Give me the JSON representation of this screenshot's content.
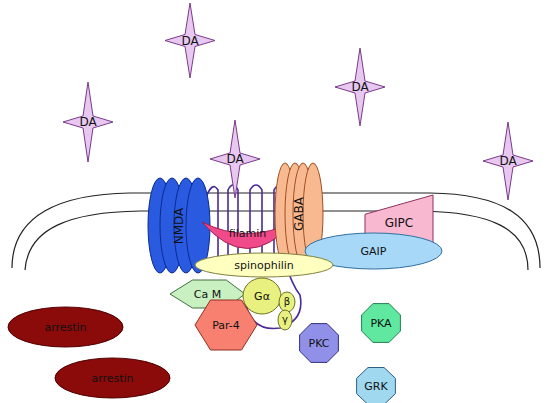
{
  "diagram": {
    "nodes": [
      {
        "text": [
          "DA"
        ]
      },
      {
        "text": [
          "DA"
        ]
      },
      {
        "text": [
          "DA"
        ]
      },
      {
        "text": [
          "DA"
        ]
      },
      {
        "text": [
          "DA"
        ]
      },
      {
        "text": [
          "NMDA"
        ]
      },
      {
        "text": [
          "filamin"
        ]
      },
      {
        "text": [
          "GABA"
        ]
      },
      {
        "text": [
          "GIPC"
        ]
      },
      {
        "text": [
          "GAIP"
        ]
      },
      {
        "text": [
          "spinophilin"
        ]
      },
      {
        "text": [
          "Ca M"
        ]
      },
      {
        "text": [
          "Gα"
        ]
      },
      {
        "text": [
          "β"
        ]
      },
      {
        "text": [
          "γ"
        ]
      },
      {
        "text": [
          "arrestin"
        ]
      },
      {
        "text": [
          "Par-4"
        ]
      },
      {
        "text": [
          "PKC"
        ]
      },
      {
        "text": [
          "PKA"
        ]
      },
      {
        "text": [
          "GRK"
        ]
      },
      {
        "text": [
          "arrestin"
        ]
      }
    ]
  }
}
